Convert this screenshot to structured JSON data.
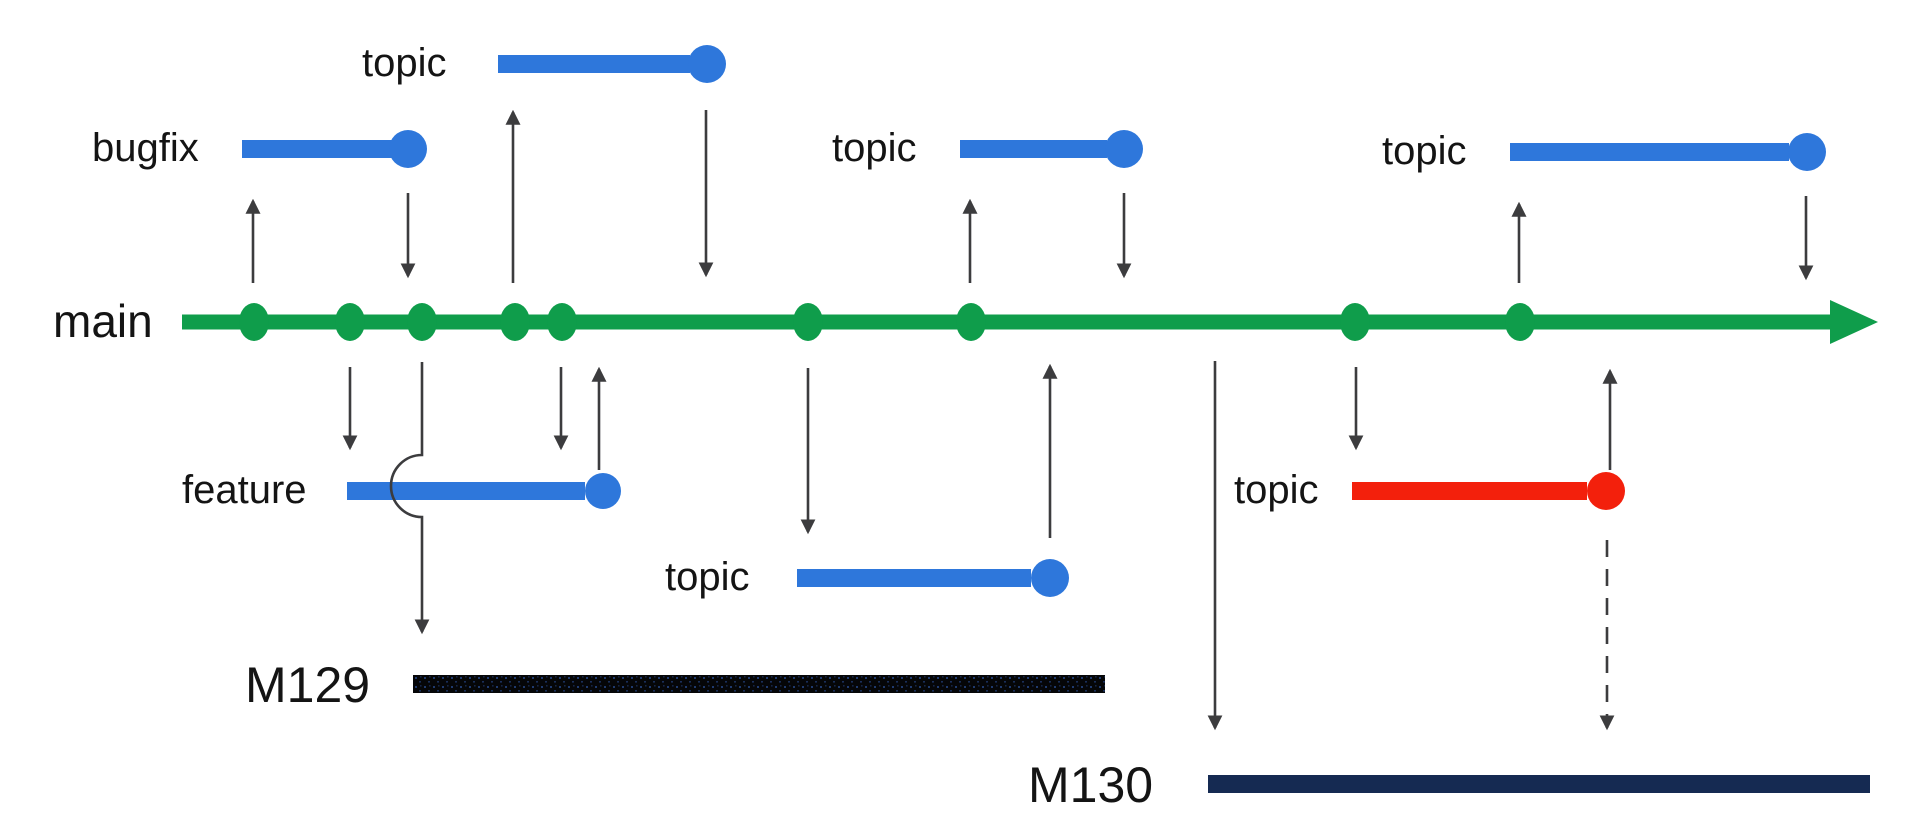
{
  "page": {
    "title": "git branch flow diagram"
  },
  "colors": {
    "main": "#0F9D4B",
    "branch": "#2E77DB",
    "hotfix": "#F3200C",
    "m129": "#050608",
    "m129_speckle": "#1F3A6E",
    "m130": "#152A52",
    "arrow": "#3C3C3E",
    "text": "#141414",
    "bg": "#FFFFFF"
  },
  "main": {
    "label": "main",
    "commit_count": 9
  },
  "branches": [
    {
      "id": "bugfix",
      "label": "bugfix"
    },
    {
      "id": "topic-top",
      "label": "topic"
    },
    {
      "id": "topic-mid",
      "label": "topic"
    },
    {
      "id": "topic-right",
      "label": "topic"
    },
    {
      "id": "feature",
      "label": "feature"
    },
    {
      "id": "topic-lower",
      "label": "topic"
    },
    {
      "id": "topic-red",
      "label": "topic"
    }
  ],
  "milestones": [
    {
      "id": "M129",
      "label": "M129"
    },
    {
      "id": "M130",
      "label": "M130"
    }
  ]
}
